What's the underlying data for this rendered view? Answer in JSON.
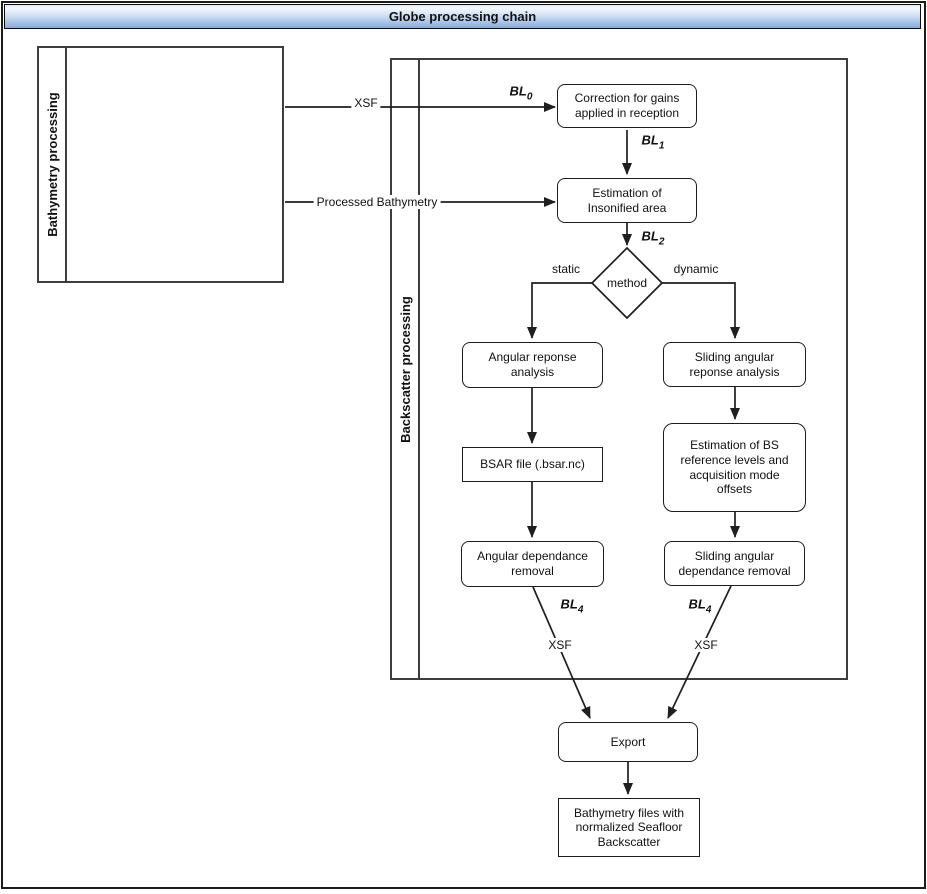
{
  "title": "Globe processing chain",
  "containers": {
    "bathymetry": {
      "label": "Bathymetry processing"
    },
    "backscatter": {
      "label": "Backscatter processing"
    }
  },
  "nodes": {
    "correction": "Correction for gains applied in reception",
    "insonified": "Estimation of Insonified area",
    "method": "method",
    "angular_response": "Angular reponse analysis",
    "bsar_file": "BSAR file (.bsar.nc)",
    "angular_removal": "Angular dependance removal",
    "sliding_response": "Sliding angular reponse analysis",
    "bs_reference": "Estimation of BS reference levels and acquisition mode offsets",
    "sliding_removal": "Sliding angular dependance removal",
    "export": "Export",
    "output_files": "Bathymetry files with normalized Seafloor Backscatter"
  },
  "edge_labels": {
    "xsf_top": "XSF",
    "processed_bathymetry": "Processed Bathymetry",
    "static": "static",
    "dynamic": "dynamic",
    "xsf_left": "XSF",
    "xsf_right": "XSF",
    "bl0": {
      "base": "BL",
      "sub": "0"
    },
    "bl1": {
      "base": "BL",
      "sub": "1"
    },
    "bl2": {
      "base": "BL",
      "sub": "2"
    },
    "bl4_left": {
      "base": "BL",
      "sub": "4"
    },
    "bl4_right": {
      "base": "BL",
      "sub": "4"
    }
  },
  "colors": {
    "header_gradient_top": "#f4f9fe",
    "header_gradient_bottom": "#86aadd",
    "line": "#1f1f1f",
    "box_fill": "#ffffff"
  }
}
